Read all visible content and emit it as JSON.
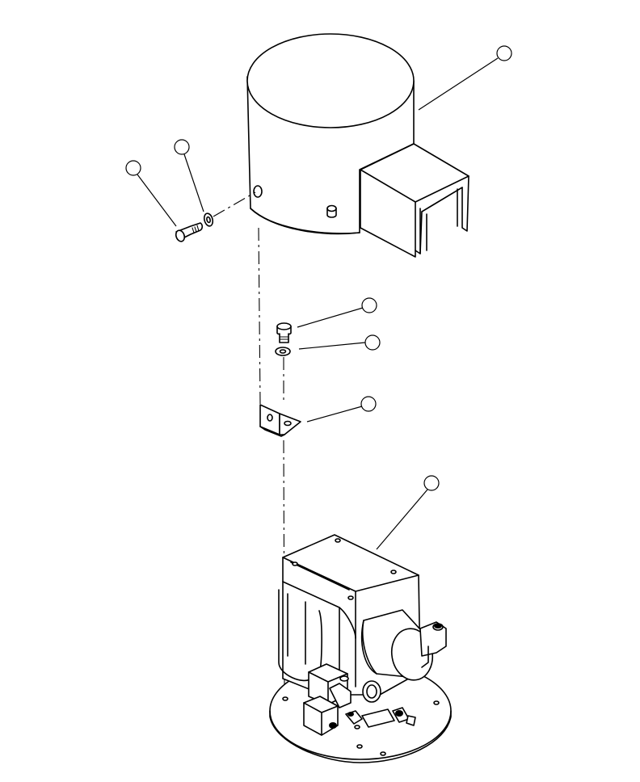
{
  "diagram": {
    "type": "exploded-parts-view",
    "callouts": [
      {
        "id": "callout-cover",
        "label": ""
      },
      {
        "id": "callout-screw",
        "label": ""
      },
      {
        "id": "callout-lock-washer",
        "label": ""
      },
      {
        "id": "callout-bolt",
        "label": ""
      },
      {
        "id": "callout-washer",
        "label": ""
      },
      {
        "id": "callout-bracket",
        "label": ""
      },
      {
        "id": "callout-valve-assembly",
        "label": ""
      }
    ]
  }
}
